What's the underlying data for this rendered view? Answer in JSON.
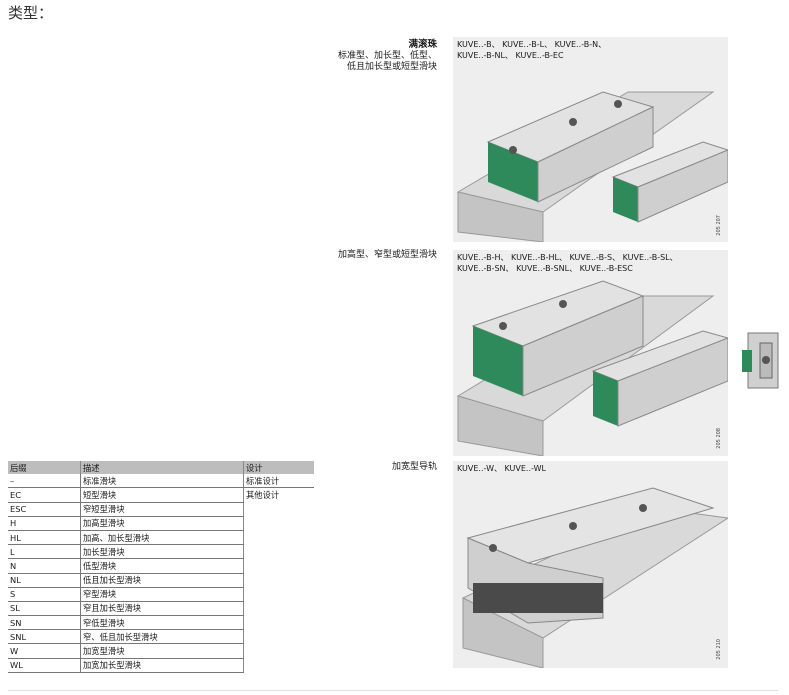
{
  "page_title": "类型：",
  "sections": [
    {
      "caption_title": "满滚珠",
      "caption_lines": [
        "标准型、加长型、低型、",
        "低且加长型或短型滑块"
      ],
      "codes": [
        "KUVE..-B、 KUVE..-B-L、 KUVE..-B-N、",
        "KUVE..-B-NL、 KUVE..-B-EC"
      ],
      "drawing_no": "205 207"
    },
    {
      "caption_title": "",
      "caption_lines": [
        "加高型、窄型或短型滑块"
      ],
      "codes": [
        "KUVE..-B-H、 KUVE..-B-HL、 KUVE..-B-S、 KUVE..-B-SL、",
        "KUVE..-B-SN、 KUVE..-B-SNL、 KUVE..-B-ESC"
      ],
      "drawing_no": "205 208"
    },
    {
      "caption_title": "",
      "caption_lines": [
        "加宽型导轨"
      ],
      "codes": [
        "KUVE..-W、 KUVE..-WL"
      ],
      "drawing_no": "205 210"
    }
  ],
  "table": {
    "headers": [
      "后缀",
      "描述",
      "设计"
    ],
    "rows": [
      [
        "–",
        "标准滑块",
        "标准设计"
      ],
      [
        "EC",
        "短型滑块",
        "其他设计"
      ],
      [
        "ESC",
        "窄短型滑块",
        ""
      ],
      [
        "H",
        "加高型滑块",
        ""
      ],
      [
        "HL",
        "加高、加长型滑块",
        ""
      ],
      [
        "L",
        "加长型滑块",
        ""
      ],
      [
        "N",
        "低型滑块",
        ""
      ],
      [
        "NL",
        "低且加长型滑块",
        ""
      ],
      [
        "S",
        "窄型滑块",
        ""
      ],
      [
        "SL",
        "窄且加长型滑块",
        ""
      ],
      [
        "SN",
        "窄低型滑块",
        ""
      ],
      [
        "SNL",
        "窄、低且加长型滑块",
        ""
      ],
      [
        "W",
        "加宽型滑块",
        ""
      ],
      [
        "WL",
        "加宽加长型滑块",
        ""
      ]
    ]
  },
  "colors": {
    "carriage_green": "#2e8a5a",
    "panel_bg": "#eeeeee",
    "table_header_bg": "#bdbdbd"
  }
}
